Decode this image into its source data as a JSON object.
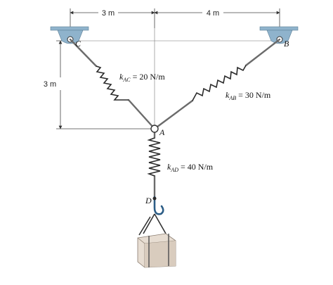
{
  "dimensions": {
    "top_left": "3 m",
    "top_right": "4 m",
    "vertical": "3 m"
  },
  "points": {
    "A": "A",
    "B": "B",
    "C": "C",
    "D": "D"
  },
  "springs": {
    "AC": {
      "sym": "k",
      "sub": "AC",
      "value": " = 20 N/m"
    },
    "AB": {
      "sym": "k",
      "sub": "AB",
      "value": " = 30 N/m"
    },
    "AD": {
      "sym": "k",
      "sub": "AD",
      "value": " = 40 N/m"
    }
  },
  "colors": {
    "support": "#8fb3cc",
    "line": "#6b6b6b",
    "spring": "#2a2a2a",
    "crate": "#e7ddd2"
  }
}
